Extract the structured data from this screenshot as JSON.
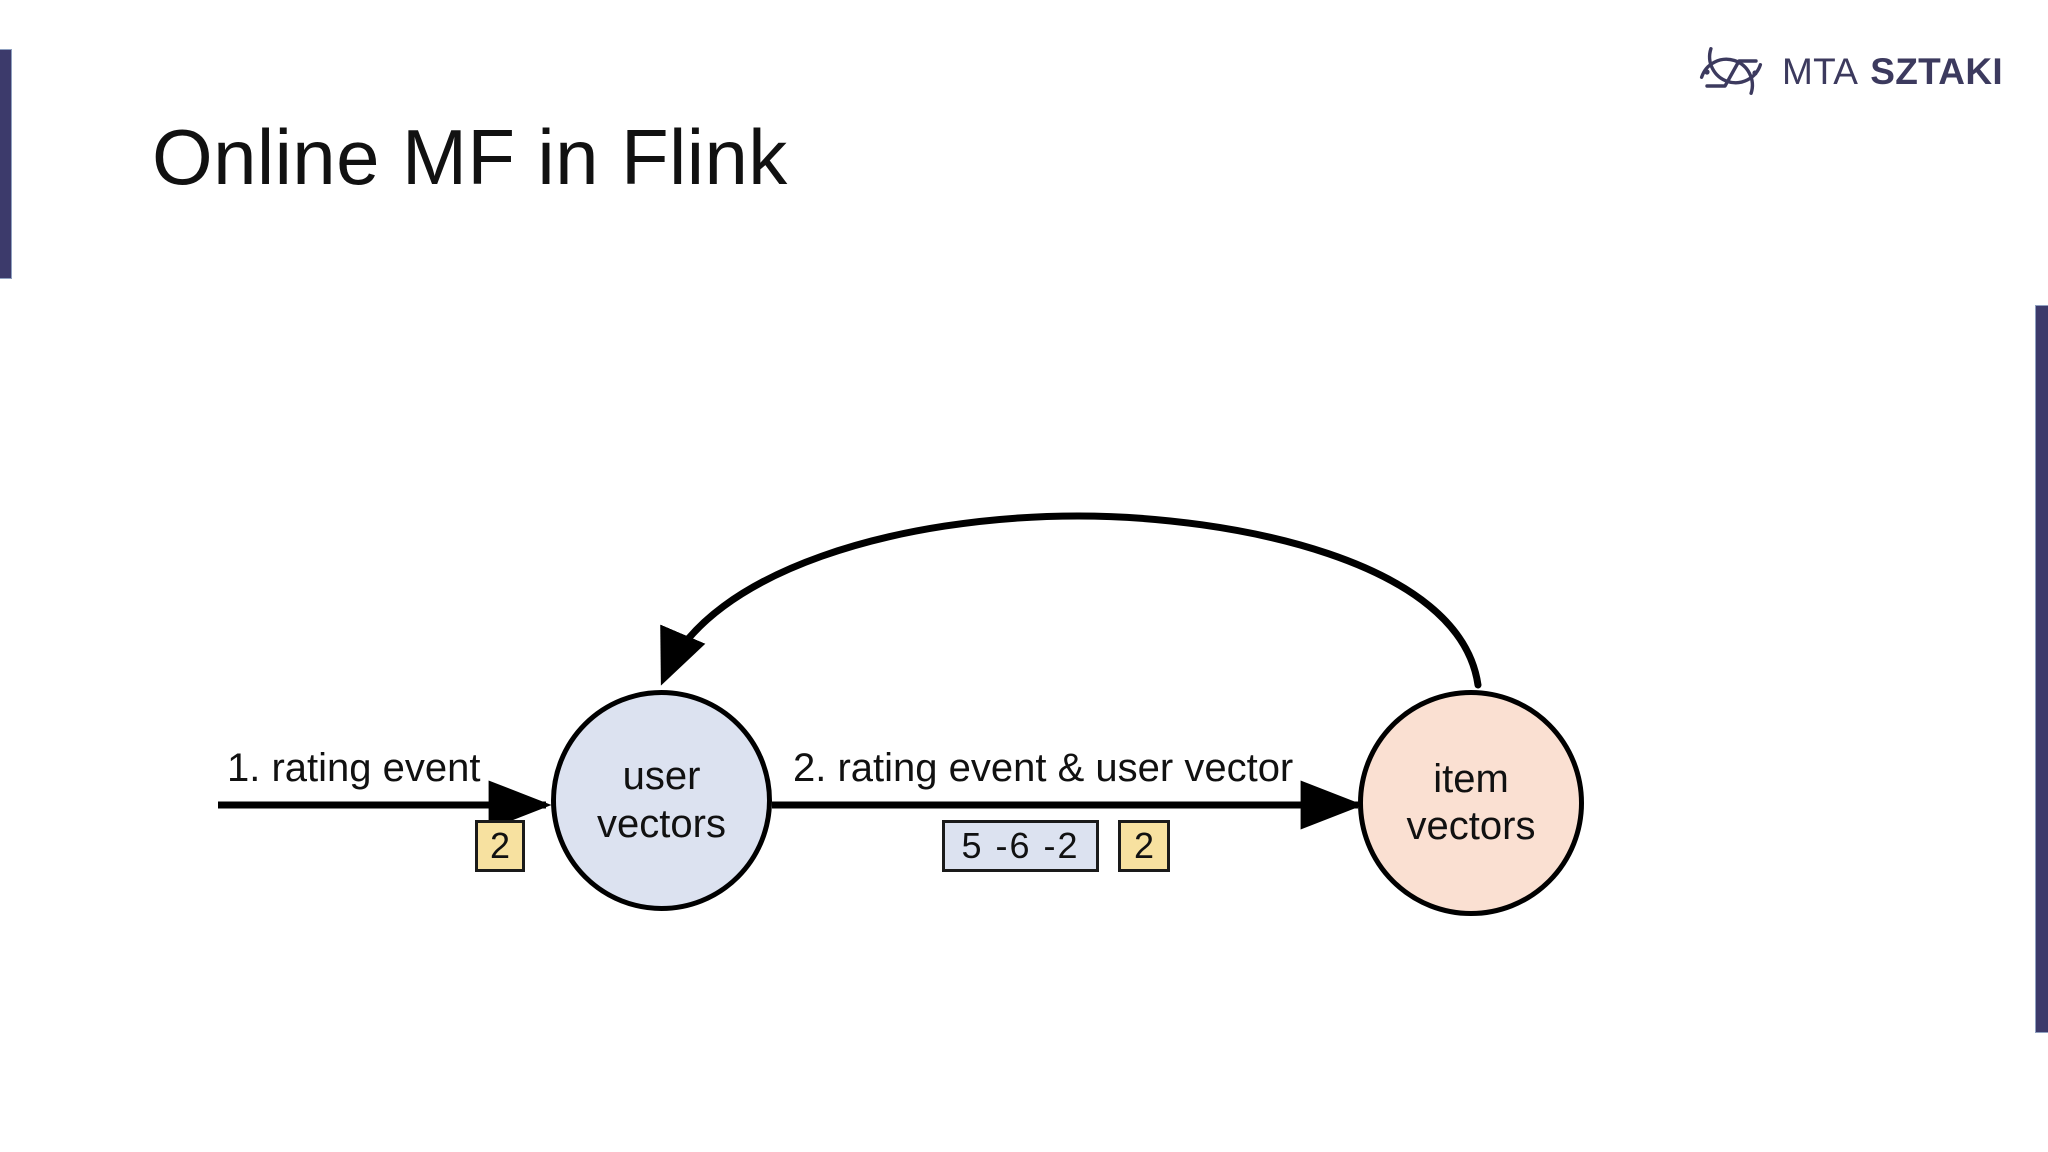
{
  "slide": {
    "title": "Online MF in Flink",
    "background_color": "#ffffff",
    "accent_color": "#3C3A6B"
  },
  "brand": {
    "logo_icon": "circular-swirl-icon",
    "name_light": "MTA",
    "name_bold": "SZTAKI",
    "color": "#3C3A5E"
  },
  "diagram": {
    "nodes": [
      {
        "id": "user-vectors",
        "line1": "user",
        "line2": "vectors",
        "fill": "#DCE2F0",
        "stroke": "#000000"
      },
      {
        "id": "item-vectors",
        "line1": "item",
        "line2": "vectors",
        "fill": "#FAE0D2",
        "stroke": "#000000"
      }
    ],
    "edges": [
      {
        "id": "edge-1",
        "label": "1. rating event",
        "from": "input",
        "to": "user-vectors",
        "style": "straight-arrow"
      },
      {
        "id": "edge-2",
        "label": "2. rating event & user vector",
        "from": "user-vectors",
        "to": "item-vectors",
        "style": "straight-arrow"
      },
      {
        "id": "edge-3",
        "label": "",
        "from": "item-vectors",
        "to": "user-vectors",
        "style": "curved-feedback-arrow"
      }
    ],
    "tokens": [
      {
        "id": "rating-1",
        "value": "2",
        "fill": "#F7E1A0",
        "kind": "rating"
      },
      {
        "id": "user-vector",
        "value": "5  -6  -2",
        "fill": "#DCE2F0",
        "kind": "vector"
      },
      {
        "id": "rating-2",
        "value": "2",
        "fill": "#F7E1A0",
        "kind": "rating"
      }
    ]
  }
}
